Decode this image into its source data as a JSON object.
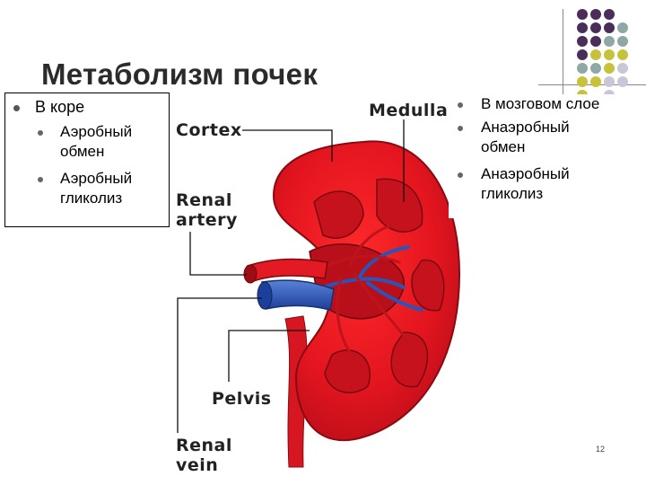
{
  "slide": {
    "title": "Метаболизм почек",
    "left_box": {
      "heading": "В коре",
      "items": [
        "Аэробный обмен",
        "Аэробный гликолиз"
      ]
    },
    "right_box": {
      "items": [
        "В мозговом слое",
        "Анаэробный обмен",
        "Анаэробный гликолиз"
      ]
    },
    "page_number": "12"
  },
  "diagram": {
    "labels": {
      "cortex": "Cortex",
      "medulla": "Medulla",
      "renal_artery_1": "Renal",
      "renal_artery_2": "artery",
      "pelvis": "Pelvis",
      "renal_vein_1": "Renal",
      "renal_vein_2": "vein"
    },
    "colors": {
      "kidney": "#e4151f",
      "kidney_dark": "#a10c15",
      "vein": "#2a55b8",
      "artery": "#d9141f",
      "dot_purple": "#4b2d5a",
      "dot_teal": "#8fa8a5",
      "dot_olive": "#c6c23a",
      "dot_lilac": "#c9c6d9"
    }
  }
}
